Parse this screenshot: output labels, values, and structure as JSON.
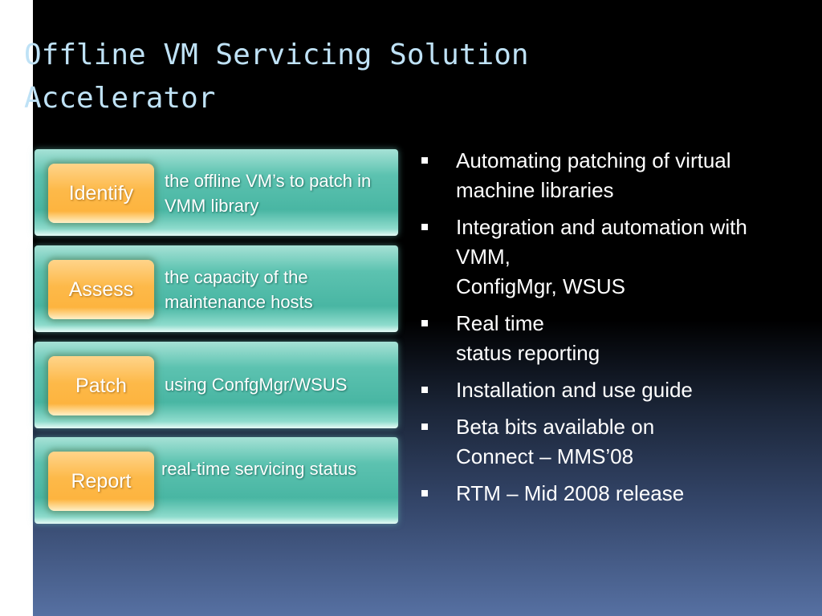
{
  "title": "Offline VM Servicing Solution\nAccelerator",
  "steps": [
    {
      "label": "Identify",
      "description": "the offline VM’s to patch in VMM library"
    },
    {
      "label": "Assess",
      "description": "the capacity of the maintenance hosts"
    },
    {
      "label": "Patch",
      "description": "using ConfgMgr/WSUS"
    },
    {
      "label": "Report",
      "description": "real-time servicing status"
    }
  ],
  "bullets": [
    "Automating patching of virtual machine libraries",
    "Integration and automation with VMM,\nConfigMgr, WSUS",
    "Real time\nstatus reporting",
    "Installation and use guide",
    "Beta bits available on Connect – MMS’08",
    "RTM – Mid 2008 release"
  ]
}
